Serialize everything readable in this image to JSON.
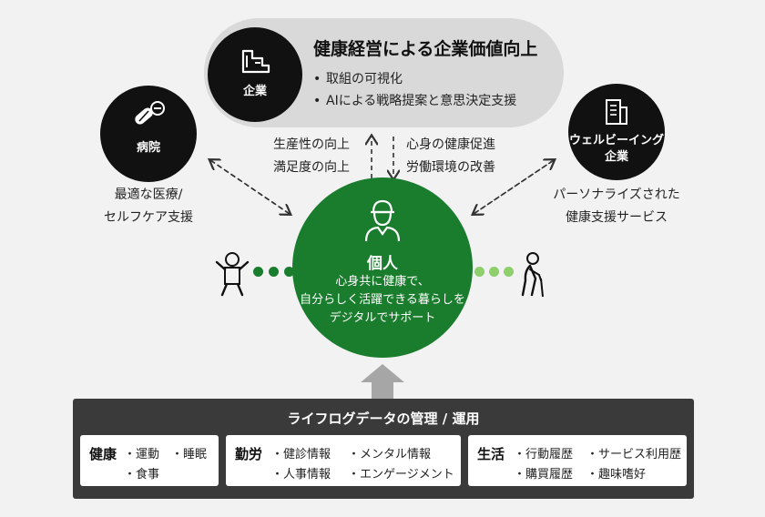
{
  "enterprise": {
    "label": "企業",
    "title": "健康経営による企業価値向上",
    "bullets": [
      "取組の可視化",
      "AIによる戦略提案と意思決定支援"
    ]
  },
  "hospital": {
    "label": "病院",
    "desc": [
      "最適な医療/",
      "セルフケア支援"
    ]
  },
  "wellbeing": {
    "label": [
      "ウェルビーイング",
      "企業"
    ],
    "desc": [
      "パーソナライズされた",
      "健康支援サービス"
    ]
  },
  "flows": {
    "up": [
      "生産性の向上",
      "満足度の向上"
    ],
    "down": [
      "心身の健康促進",
      "労働環境の改善"
    ]
  },
  "individual": {
    "title": "個人",
    "lines": [
      "心身共に健康で、",
      "自分らしく活躍できる暮らしを",
      "デジタルでサポート"
    ]
  },
  "lifelog": {
    "title": "ライフログデータの管理 / 運用",
    "categories": [
      {
        "name": "健康",
        "items": [
          "・運動",
          "・睡眠",
          "・食事"
        ]
      },
      {
        "name": "勤労",
        "items": [
          "・健診情報",
          "・メンタル情報",
          "・人事情報",
          "・エンゲージメント"
        ]
      },
      {
        "name": "生活",
        "items": [
          "・行動履歴",
          "・サービス利用歴",
          "・購買履歴",
          "・趣味嗜好"
        ]
      }
    ]
  },
  "colors": {
    "green": "#1a7d2d",
    "light_green": "#8ccf6b",
    "dark_panel": "#3a3a3a",
    "pill_gray": "#d9d9d9"
  },
  "icons": [
    "building-icon",
    "pills-icon",
    "office-icon",
    "person-icon",
    "baby-icon",
    "elderly-icon"
  ]
}
